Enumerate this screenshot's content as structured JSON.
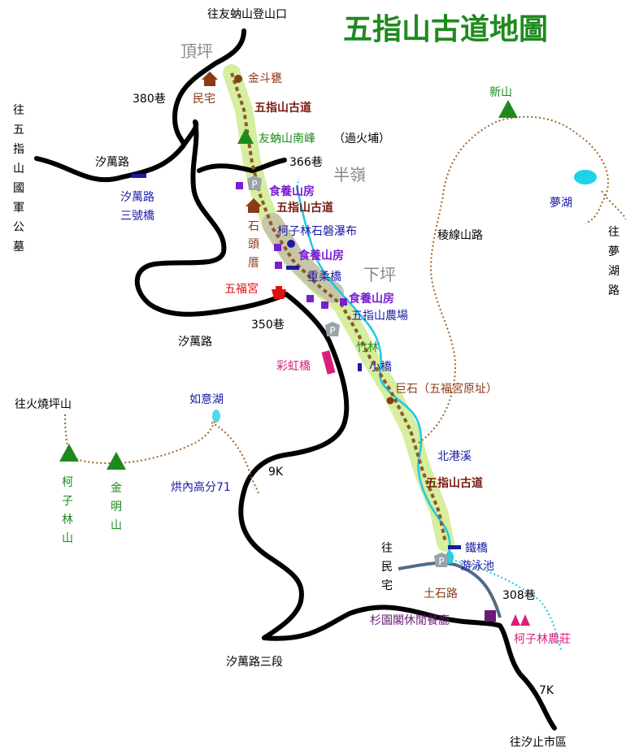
{
  "title": "五指山古道地圖",
  "colors": {
    "title": "#1e8a1e",
    "road": "#000000",
    "river": "#1ec8e6",
    "trail_highlight": "#d4ec9c",
    "trail_dots": "#8b5a2b",
    "blue_text": "#1a1aa6",
    "green_text": "#1e8a1e",
    "purple": "#7a1fd0",
    "pink": "#d8207a",
    "red": "#e01010",
    "brown": "#8b4513",
    "gray_text": "#888888"
  },
  "labels": {
    "top_trailhead": "往友蚋山登山口",
    "dingping": "頂坪",
    "jindouweng": "金斗甕",
    "lane380": "380巷",
    "minzhai": "民宅",
    "wuzhi_trail_1": "五指山古道",
    "youna_south_peak": "友蚋山南峰",
    "youna_note": "（過火埔）",
    "lane366": "366巷",
    "banling": "半嶺",
    "food_hut_1": "食養山房",
    "wuzhi_trail_2": "五指山古道",
    "kezilin_falls": "柯子林石磐瀑布",
    "shitou_cuo": "石頭厝",
    "food_hut_2": "食養山房",
    "chongrou_bridge": "重柔橋",
    "xiaping": "下坪",
    "wufu_temple": "五福宮",
    "food_hut_3": "食養山房",
    "wuzhi_farm": "五指山農場",
    "lane350": "350巷",
    "xiwan_road_1": "汐萬路",
    "bamboo": "竹林",
    "rainbow_bridge": "彩虹橋",
    "small_bridge": "小橋",
    "giant_rock": "巨石（五福宮原址）",
    "ruyi_lake": "如意湖",
    "to_huoshaoping": "往火燒坪山",
    "kezilin_mt": "柯子林山",
    "jinming_mt": "金明山",
    "beigang_creek": "北港溪",
    "road_9k": "9K",
    "hongnei": "烘內高分71",
    "wuzhi_trail_3": "五指山古道",
    "iron_bridge": "鐵橋",
    "to_residence": "往民宅",
    "swimming_pool": "游泳池",
    "dirt_road": "土石路",
    "lane308": "308巷",
    "shanyuan": "杉園閣休閒餐廳",
    "kezilin_farm": "柯子林農莊",
    "xiwan_road_3": "汐萬路三段",
    "road_7k": "7K",
    "to_xizhi": "往汐止市區",
    "to_cemetery": "往五指山國軍公墓",
    "xiwan_road_2": "汐萬路",
    "xiwan_bridge3": "汐萬路三號橋",
    "xinshan": "新山",
    "ridge_road": "稜線山路",
    "menghu": "夢湖",
    "to_menghu_road": "往夢湖路",
    "parking": "P"
  }
}
